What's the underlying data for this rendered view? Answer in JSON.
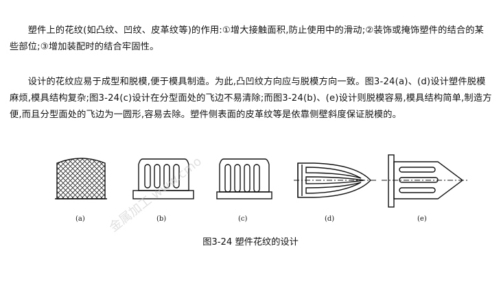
{
  "paragraphs": [
    "　　塑件上的花纹(如凸纹、凹纹、皮革纹等)的作用:①增大接触面积,防止使用中的滑动;②装饰或掩饰塑件的结合的某些部位;③增加装配时的结合牢固性。",
    "　　设计的花纹应易于成型和脱模,便于模具制造。为此,凸凹纹方向应与脱模方向一致。图3-24(a)、(d)设计塑件脱模麻烦,模具结构复杂;图3-24(c)设计在分型面处的飞边不易清除;而图3-24(b)、(e)设计则脱模容易,模具结构简单,制造方便,而且分型面处的飞边为一圆形,容易去除。塑件侧表面的皮革纹等是依靠侧壁斜度保证脱模的。"
  ],
  "figure": {
    "sublabels": [
      "(a)",
      "(b)",
      "(c)",
      "(d)",
      "(e)"
    ],
    "caption": "图3-24 塑件花纹的设计",
    "watermark": "金属加工 www.cmo"
  }
}
